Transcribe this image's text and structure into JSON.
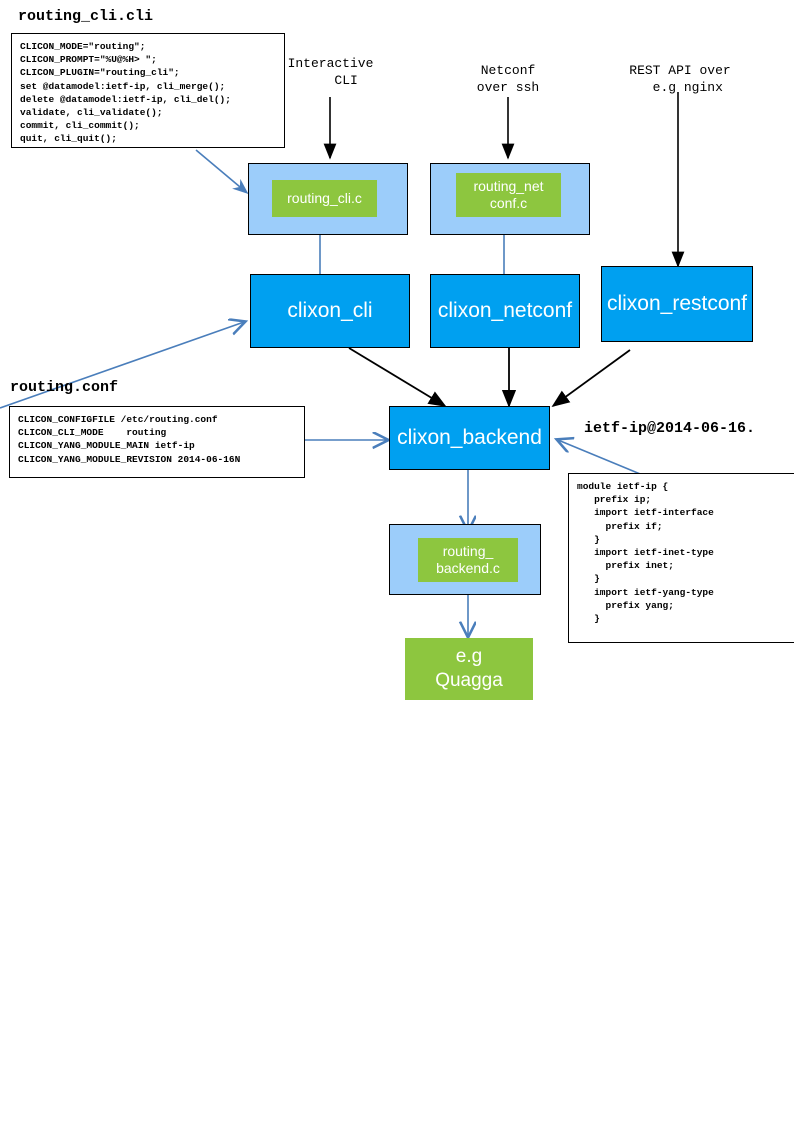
{
  "captions": {
    "routing_cli_title": "routing_cli.cli",
    "routing_conf_title": "routing.conf",
    "yang_title": "ietf-ip@2014-06-16."
  },
  "annotations": {
    "interactive_cli": "Interactive\n    CLI",
    "netconf_over_ssh": "Netconf\nover ssh",
    "rest_api": "REST API over\n  e.g nginx"
  },
  "code_blocks": {
    "routing_cli": [
      "CLICON_MODE=\"routing\";",
      "CLICON_PROMPT=\"%U@%H> \";",
      "CLICON_PLUGIN=\"routing_cli\";",
      "set @datamodel:ietf-ip, cli_merge();",
      "delete @datamodel:ietf-ip, cli_del();",
      "validate, cli_validate();",
      "commit, cli_commit();",
      "quit, cli_quit();"
    ],
    "routing_conf": [
      "CLICON_CONFIGFILE /etc/routing.conf",
      "CLICON_CLI_MODE    routing",
      "CLICON_YANG_MODULE_MAIN ietf-ip",
      "CLICON_YANG_MODULE_REVISION 2014-06-16N"
    ],
    "yang_module": [
      "module ietf-ip {",
      "   prefix ip;",
      "   import ietf-interface",
      "     prefix if;",
      "   }",
      "   import ietf-inet-type",
      "     prefix inet;",
      "   }",
      "   import ietf-yang-type",
      "     prefix yang;",
      "   }"
    ]
  },
  "nodes": {
    "plugin_cli": "routing_cli.c",
    "plugin_netconf": "routing_net\nconf.c",
    "plugin_backend": "routing_\nbackend.c",
    "proc_cli": "clixon_cli",
    "proc_netconf": "clixon_netconf",
    "proc_restconf": "clixon_restconf",
    "proc_backend": "clixon_backend",
    "quagga": "e.g\nQuagga"
  },
  "colors": {
    "process_blue": "#00A0F0",
    "plugin_light_blue": "#9CCDFA",
    "module_green": "#8DC63F",
    "black_arrow": "#000000",
    "blue_arrow": "#4A7EBB",
    "box_border": "#000000",
    "text_white": "#FFFFFF",
    "text_black": "#000000"
  }
}
